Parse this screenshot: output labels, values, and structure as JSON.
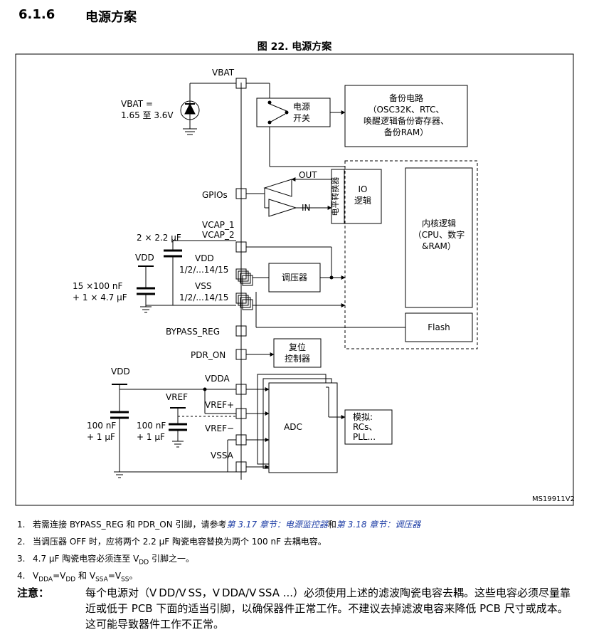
{
  "section": {
    "number": "6.1.6",
    "title": "电源方案"
  },
  "figure_title": "图 22. 电源方案",
  "diagram": {
    "vbat_pin": "VBAT",
    "vbat_range_1": "VBAT =",
    "vbat_range_2": "1.65 至 3.6V",
    "power_switch_1": "电源",
    "power_switch_2": "开关",
    "backup_1": "备份电路",
    "backup_2": "（OSC32K、RTC、",
    "backup_3": "唤醒逻辑备份寄存器、",
    "backup_4": "备份RAM）",
    "out_label": "OUT",
    "in_label": "IN",
    "level_shifter": "电平转换器",
    "io_logic_1": "IO",
    "io_logic_2": "逻辑",
    "core_1": "内核逻辑",
    "core_2": "（CPU、数字",
    "core_3": "&RAM）",
    "gpios": "GPIOs",
    "vcap1": "VCAP_1",
    "vcap2": "VCAP_2",
    "cap_2x": "2 × 2.2 μF",
    "vdd_left": "VDD",
    "vdd_pin": "VDD",
    "vdd_pins": "1/2/...14/15",
    "cap_15x_1": "15 ×100 nF",
    "cap_15x_2": "+ 1 × 4.7 μF",
    "vss_pin": "VSS",
    "vss_pins": "1/2/...14/15",
    "regulator": "调压器",
    "flash": "Flash",
    "bypass_reg": "BYPASS_REG",
    "pdr_on": "PDR_ON",
    "reset_1": "复位",
    "reset_2": "控制器",
    "vdd_bottom": "VDD",
    "vdda": "VDDA",
    "vref": "VREF",
    "vref_plus": "VREF+",
    "vref_minus": "VREF−",
    "cap_100n_a1": "100 nF",
    "cap_100n_a2": "+ 1 μF",
    "cap_100n_b1": "100 nF",
    "cap_100n_b2": "+ 1 μF",
    "vssa": "VSSA",
    "adc": "ADC",
    "analog_1": "模拟:",
    "analog_2": "RCs、",
    "analog_3": "PLL...",
    "ref_code": "MS19911V2"
  },
  "notes": {
    "n1_num": "1.",
    "n1_pre": "若需连接 BYPASS_REG 和 PDR_ON 引脚，请参考",
    "n1_link1": "第 3.17 章节：电源监控器",
    "n1_mid": "和",
    "n1_link2": "第 3.18 章节：调压器",
    "n2_num": "2.",
    "n2_text": "当调压器 OFF 时，应将两个 2.2 μF 陶瓷电容替换为两个 100 nF 去耦电容。",
    "n3_num": "3.",
    "n3_pre": "4.7 μF 陶瓷电容必须连至 V",
    "n3_sub": "DD",
    "n3_post": " 引脚之一。",
    "n4_num": "4.",
    "n4_a": "V",
    "n4_a_sub": "DDA",
    "n4_b": "=V",
    "n4_b_sub": "DD",
    "n4_c": " 和 V",
    "n4_c_sub": "SSA",
    "n4_d": "=V",
    "n4_d_sub": "SS",
    "n4_e": "。"
  },
  "attention": {
    "label": "注意：",
    "text": "每个电源对（V DD/V SS，V DDA/V SSA ...）必须使用上述的滤波陶瓷电容去耦。这些电容必须尽量靠近或低于 PCB 下面的适当引脚，以确保器件正常工作。不建议去掉滤波电容来降低 PCB 尺寸或成本。这可能导致器件工作不正常。"
  }
}
